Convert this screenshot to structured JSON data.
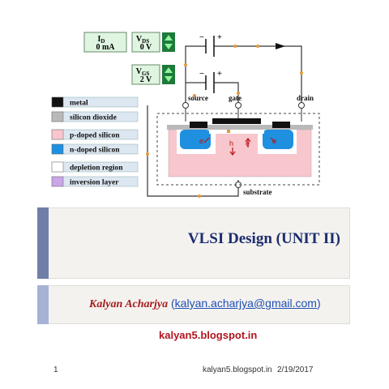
{
  "readouts": {
    "id": {
      "label": "I",
      "sub": "D",
      "value": "0 mA"
    },
    "vds": {
      "label": "V",
      "sub": "DS",
      "value": "0 V"
    },
    "vgs": {
      "label": "V",
      "sub": "GS",
      "value": "2 V"
    }
  },
  "battery_signs": {
    "minus": "−",
    "plus": "+"
  },
  "terminals": {
    "source": "source",
    "gate": "gate",
    "drain": "drain",
    "substrate": "substrate"
  },
  "legend": [
    {
      "label": "metal",
      "color": "#111111"
    },
    {
      "label": "silicon dioxide",
      "color": "#b9b9b9"
    },
    {
      "label": "p-doped silicon",
      "color": "#f7c7cd"
    },
    {
      "label": "n-doped silicon",
      "color": "#1f8fe0"
    },
    {
      "label": "depletion region",
      "color": "#ffffff"
    },
    {
      "label": "inversion layer",
      "color": "#c9a6e6"
    }
  ],
  "carriers": {
    "electron": "e",
    "hole": "h"
  },
  "slide": {
    "title": "VLSI Design (UNIT II)",
    "author": "Kalyan Acharjya",
    "email": "kalyan.acharjya@gmail.com",
    "open_paren": "(",
    "close_paren": ")",
    "blog": "kalyan5.blogspot.in"
  },
  "footer": {
    "page": "1",
    "site": "kalyan5.blogspot.in",
    "date": "2/19/2017"
  }
}
